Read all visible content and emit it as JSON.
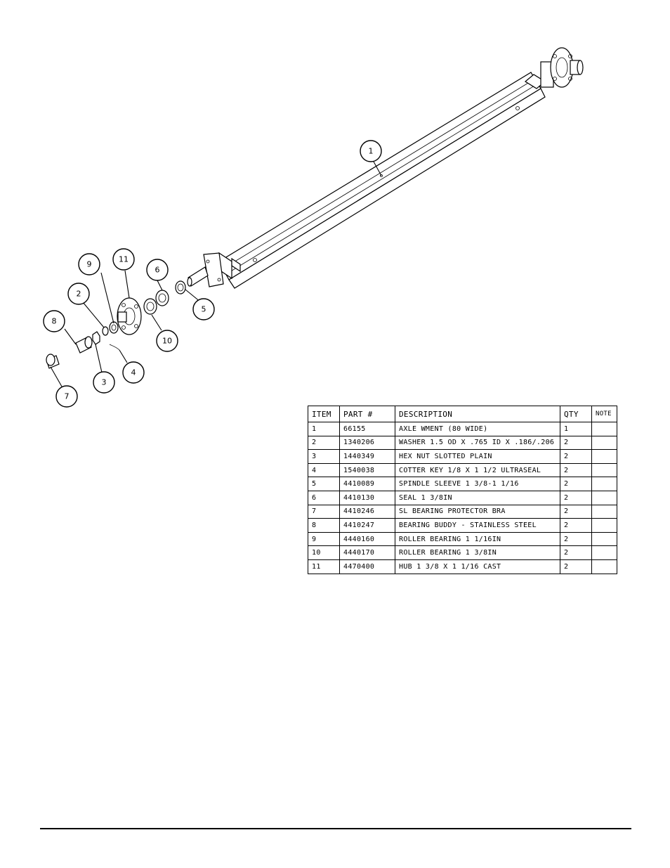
{
  "callouts": [
    "1",
    "2",
    "3",
    "4",
    "5",
    "6",
    "7",
    "8",
    "9",
    "10",
    "11"
  ],
  "table": {
    "headers": [
      "ITEM",
      "PART #",
      "DESCRIPTION",
      "QTY",
      "NOTE"
    ],
    "rows": [
      {
        "item": "1",
        "part": "66155",
        "description": "AXLE WMENT (80 WIDE)",
        "qty": "1",
        "note": ""
      },
      {
        "item": "2",
        "part": "1340206",
        "description": "WASHER 1.5 OD X .765 ID X .186/.206",
        "qty": "2",
        "note": ""
      },
      {
        "item": "3",
        "part": "1440349",
        "description": "HEX NUT SLOTTED PLAIN",
        "qty": "2",
        "note": ""
      },
      {
        "item": "4",
        "part": "1540038",
        "description": "COTTER KEY 1/8 X 1 1/2 ULTRASEAL",
        "qty": "2",
        "note": ""
      },
      {
        "item": "5",
        "part": "4410089",
        "description": "SPINDLE SLEEVE  1 3/8-1 1/16",
        "qty": "2",
        "note": ""
      },
      {
        "item": "6",
        "part": "4410130",
        "description": "SEAL  1 3/8IN",
        "qty": "2",
        "note": ""
      },
      {
        "item": "7",
        "part": "4410246",
        "description": "SL BEARING PROTECTOR BRA",
        "qty": "2",
        "note": ""
      },
      {
        "item": "8",
        "part": "4410247",
        "description": "BEARING BUDDY - STAINLESS STEEL",
        "qty": "2",
        "note": ""
      },
      {
        "item": "9",
        "part": "4440160",
        "description": "ROLLER BEARING   1 1/16IN",
        "qty": "2",
        "note": ""
      },
      {
        "item": "10",
        "part": "4440170",
        "description": "ROLLER BEARING   1 3/8IN",
        "qty": "2",
        "note": ""
      },
      {
        "item": "11",
        "part": "4470400",
        "description": "HUB  1 3/8 X 1 1/16 CAST",
        "qty": "2",
        "note": ""
      }
    ]
  }
}
